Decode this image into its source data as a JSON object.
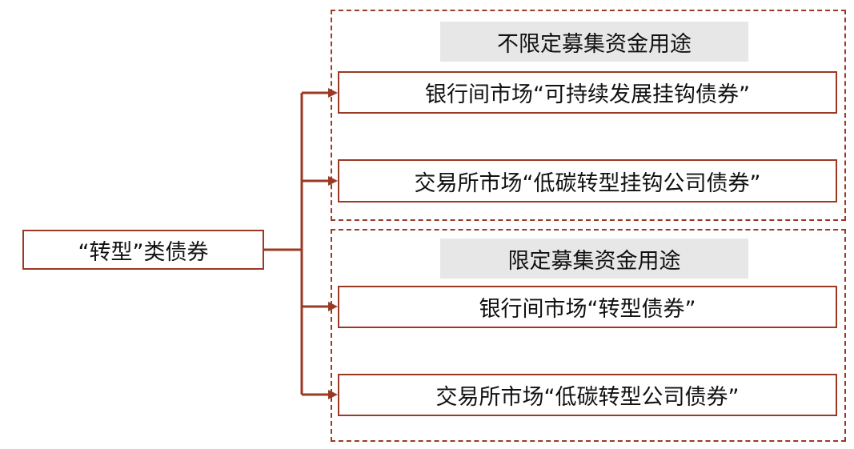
{
  "root": {
    "label": "“转型”类债券"
  },
  "groups": [
    {
      "header": "不限定募集资金用途",
      "items": [
        "银行间市场“可持续发展挂钩债券”",
        "交易所市场“低碳转型挂钩公司债券”"
      ]
    },
    {
      "header": "限定募集资金用途",
      "items": [
        "银行间市场“转型债券”",
        "交易所市场“低碳转型公司债券”"
      ]
    }
  ],
  "colors": {
    "line": "#9b3a24",
    "header_bg": "#e7e7e7"
  }
}
